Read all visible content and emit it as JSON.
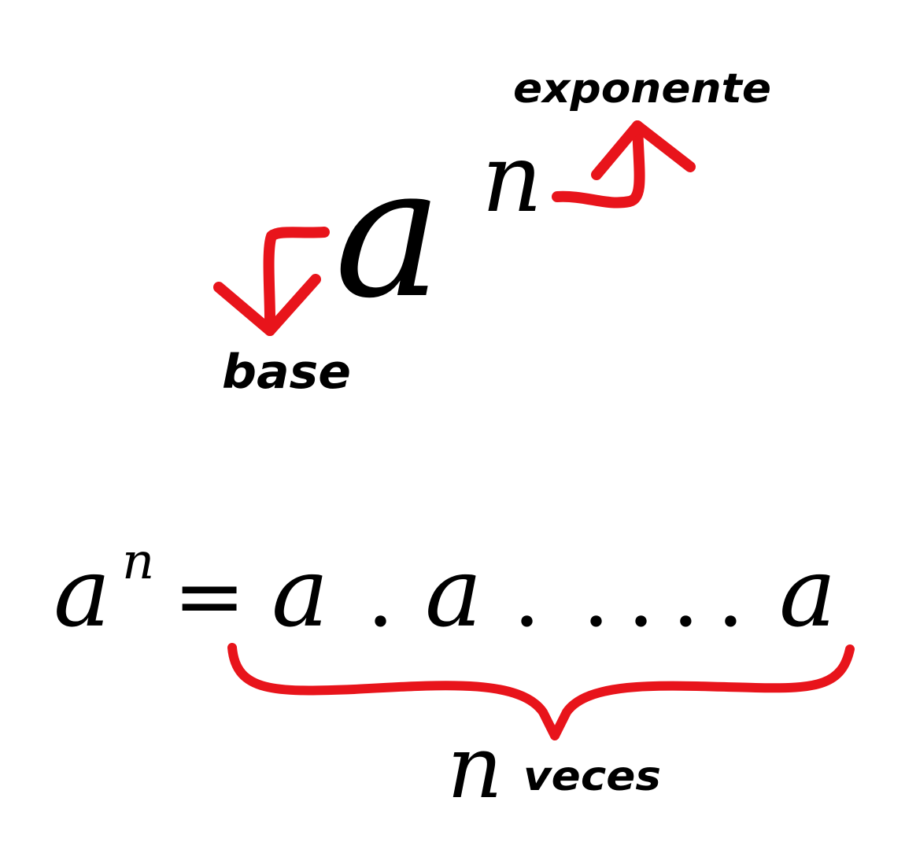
{
  "colors": {
    "annotation": "#e8141b",
    "text": "#000000",
    "background": "#ffffff"
  },
  "top": {
    "base_symbol": "a",
    "exponent_symbol": "n",
    "exponent_label": "exponente",
    "base_label": "base"
  },
  "equation": {
    "lhs_base": "a",
    "lhs_exponent": "n",
    "equals": "=",
    "factor_1": "a",
    "dot_1": ".",
    "factor_2": "a",
    "dot_2": ".",
    "ellipsis": "....",
    "factor_last": "a"
  },
  "brace": {
    "count_symbol": "n",
    "count_label": "veces"
  }
}
